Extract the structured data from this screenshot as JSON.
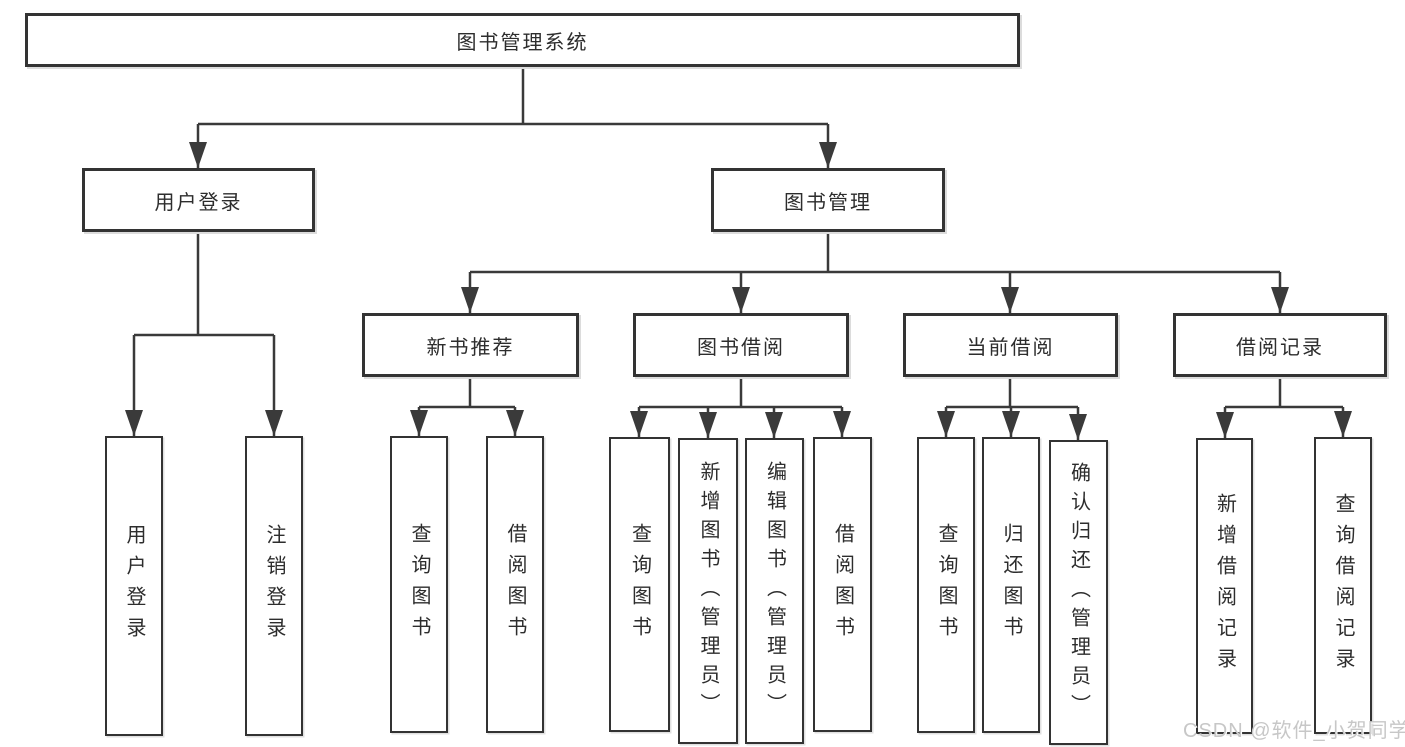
{
  "page": {
    "background": "#ffffff",
    "watermark": "CSDN @软件_小贺同学"
  },
  "diagram": {
    "root": "图书管理系统",
    "level2": {
      "user_login": "用户登录",
      "book_management": "图书管理"
    },
    "level3": {
      "new_book_recommend": "新书推荐",
      "book_borrowing": "图书借阅",
      "current_borrowing": "当前借阅",
      "borrowing_records": "借阅记录"
    },
    "leaves": {
      "user_login": [
        "用户登录",
        "注销登录"
      ],
      "new_book_recommend": [
        "查询图书",
        "借阅图书"
      ],
      "book_borrowing": [
        "查询图书",
        "新增图书（管理员）",
        "编辑图书（管理员）",
        "借阅图书"
      ],
      "current_borrowing": [
        "查询图书",
        "归还图书",
        "确认归还（管理员）"
      ],
      "borrowing_records": [
        "新增借阅记录",
        "查询借阅记录"
      ]
    },
    "colors": {
      "line": "#3a3a3a",
      "box_border": "#333333",
      "text": "#2d2d2d",
      "watermark": "#c7c7c7",
      "background": "#ffffff"
    }
  }
}
